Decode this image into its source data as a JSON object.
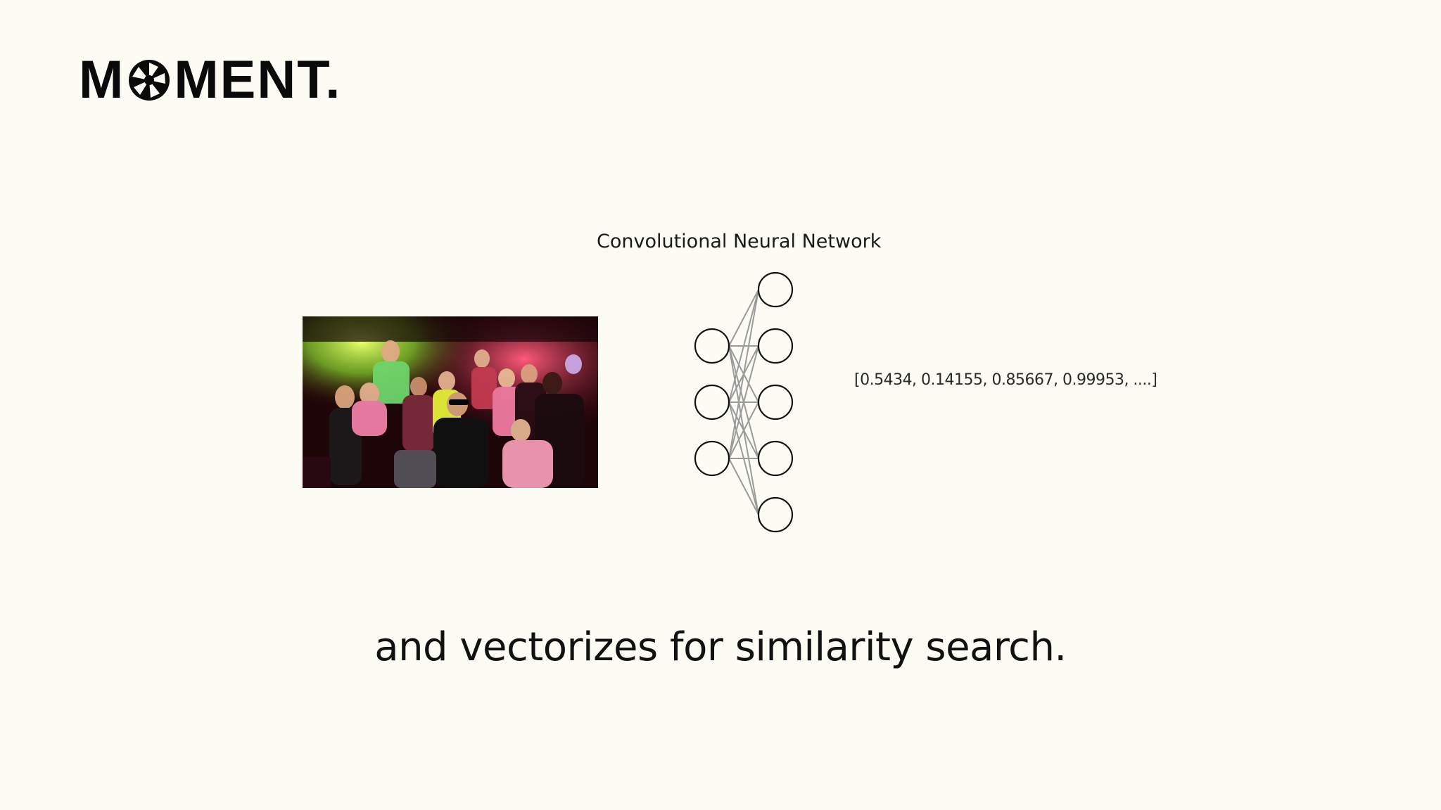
{
  "logo": {
    "prefix": "M",
    "suffix": "MENT.",
    "icon": "camera-aperture-icon"
  },
  "diagram": {
    "title": "Convolutional Neural Network",
    "input_photo_icon": "party-crowd-photo",
    "network_icon": "neural-network-icon",
    "input_nodes": 3,
    "output_nodes": 5,
    "output_vector": "[0.5434, 0.14155, 0.85667, 0.99953, ....]"
  },
  "caption": "and vectorizes for similarity search.",
  "colors": {
    "background": "#fdfcf4",
    "text": "#111111",
    "edges": "#9a9a9a"
  }
}
